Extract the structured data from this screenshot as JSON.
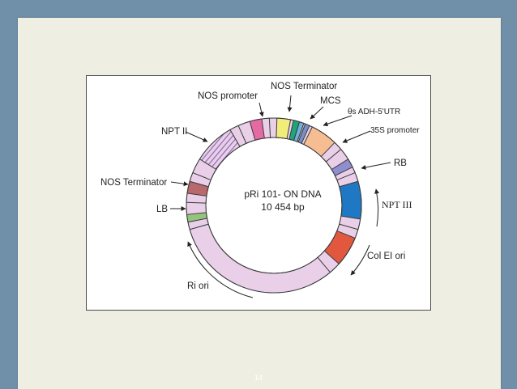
{
  "slide": {
    "page_number": "14"
  },
  "plasmid": {
    "name": "pRi 101- ON DNA",
    "size": "10 454 bp",
    "labels": {
      "nos_promoter": "NOS promoter",
      "nos_terminator_top": "NOS Terminator",
      "mcs": "MCS",
      "adh_utr": "θs ADH-5'UTR",
      "promoter_35s": "35S promoter",
      "rb": "RB",
      "npt_iii": "NPT III",
      "col_ei_ori": "Col EI ori",
      "ri_ori": "Ri ori",
      "lb": "LB",
      "nos_terminator_left": "NOS Terminator",
      "npt_ii": "NPT II"
    }
  },
  "colors": {
    "background": "#6f90a8",
    "slide": "#efeee2",
    "ring_base": "#e9cfe8",
    "ring_stroke": "#3a3a3a",
    "nos_promoter": "#e46aa3",
    "nos_terminator_top": "#f2ec7a",
    "mcs_green": "#1fa57a",
    "mcs_blue": "#6fb3dc",
    "adh_utr": "#7a8fc8",
    "promoter_35s": "#f7bd92",
    "rb": "#8f8ed0",
    "npt_iii": "#1f78c3",
    "col_ei_ori": "#e1583f",
    "lb": "#93c47d",
    "nos_terminator_left": "#b9686c",
    "npt_ii_hatch": "#8e6bb2"
  }
}
